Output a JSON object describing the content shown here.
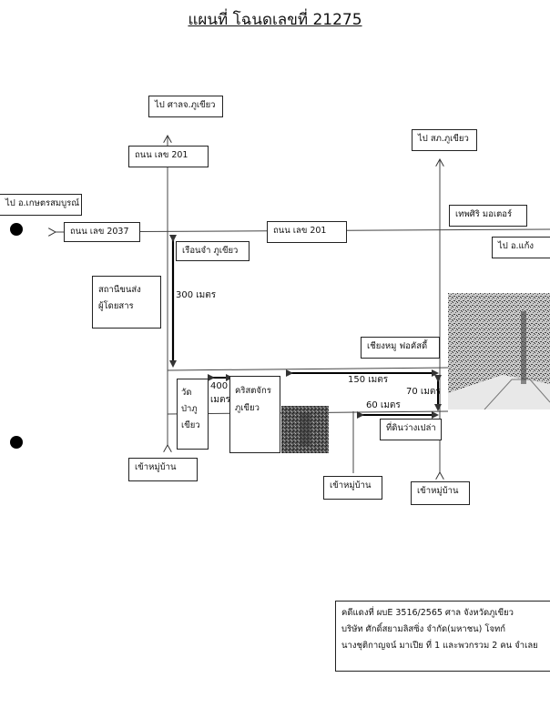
{
  "page": {
    "title": "แผนที่ โฉนดเลขที่ 21275"
  },
  "labels": {
    "court": "ไป ศาลจ.ภูเขียว",
    "police": "ไป สภ.ภูเขียว",
    "road201_top": "ถนน เลข 201",
    "kaset": "ไป อ.เกษตรสมบูรณ์",
    "road2037": "ถนน เลข 2037",
    "road201_mid": "ถนน เลข 201",
    "thepsiri": "เทพศิริ มอเตอร์",
    "kaeng": "ไป อ.แก้ง",
    "prison": "เรือนจำ ภูเขียว",
    "dist300": "300 เมตร",
    "bus_line1": "สถานีขนส่ง",
    "bus_line2": "ผู้โดยสาร",
    "chieng_mu": "เชียงหมู ฟอคัสดี้",
    "dist150": "150 เมตร",
    "dist70": "70 เมตร",
    "dist60": "60 เมตร",
    "dist400_a": "400",
    "dist400_b": "เมตร",
    "temple_1": "วัด",
    "temple_2": "ป่าภู",
    "temple_3": "เขียว",
    "church_1": "คริสตจักร",
    "church_2": "ภูเขียว",
    "empty_land": "ที่ดินว่างเปล่า",
    "village_left": "เข้าหมู่บ้าน",
    "village_mid": "เข้าหมู่บ้าน",
    "village_right": "เข้าหมู่บ้าน"
  },
  "case_info": {
    "line1": "คดีแดงที่ ผบE 3516/2565  ศาล จังหวัดภูเขียว",
    "line2": "บริษัท ศักดิ์สยามลิสซิ่ง จำกัด(มหาชน)  โจทก์",
    "line3": "นางชุติกาญจน์ มาเปีย ที่ 1  และพวกรวม 2  คน จำเลย"
  },
  "icons": {
    "marker_left_top": "location-dot",
    "marker_left_bottom": "location-dot",
    "photo_property": "property-photo",
    "photo_church": "church-photo"
  }
}
